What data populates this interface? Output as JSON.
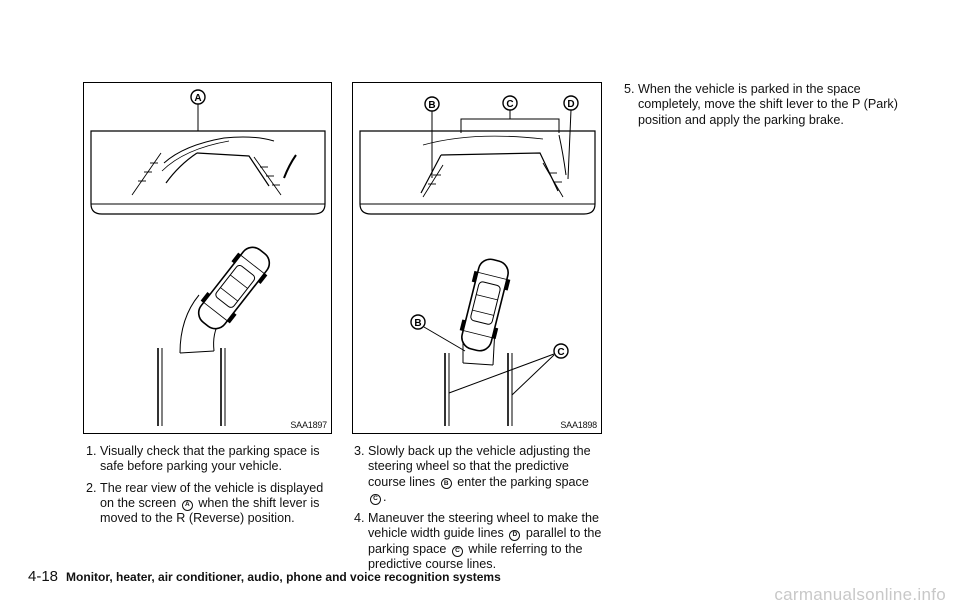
{
  "figures": [
    {
      "code": "SAA1897",
      "callouts": [
        "A"
      ]
    },
    {
      "code": "SAA1898",
      "callouts": [
        "B",
        "C",
        "D",
        "B",
        "C"
      ]
    }
  ],
  "steps": [
    {
      "num": "1.",
      "text": "Visually check that the parking space is safe before parking your vehicle."
    },
    {
      "num": "2.",
      "pre": "The rear view of the vehicle is displayed on the screen",
      "ref": "A",
      "post": "when the shift lever is moved to the R (Reverse) position."
    },
    {
      "num": "3.",
      "pre": "Slowly back up the vehicle adjusting the steering wheel so that the predictive course lines",
      "ref": "B",
      "mid": "enter the parking space",
      "ref2": "C",
      "post": "."
    },
    {
      "num": "4.",
      "pre": "Maneuver the steering wheel to make the vehicle width guide lines",
      "ref": "D",
      "mid": "parallel to the parking space",
      "ref2": "C",
      "post": "while referring to the predictive course lines."
    },
    {
      "num": "5.",
      "text": "When the vehicle is parked in the space completely, move the shift lever to the P (Park) position and apply the parking brake."
    }
  ],
  "footer": {
    "page": "4-18",
    "title": "Monitor, heater, air conditioner, audio, phone and voice recognition systems"
  },
  "watermark": "carmanualsonline.info"
}
